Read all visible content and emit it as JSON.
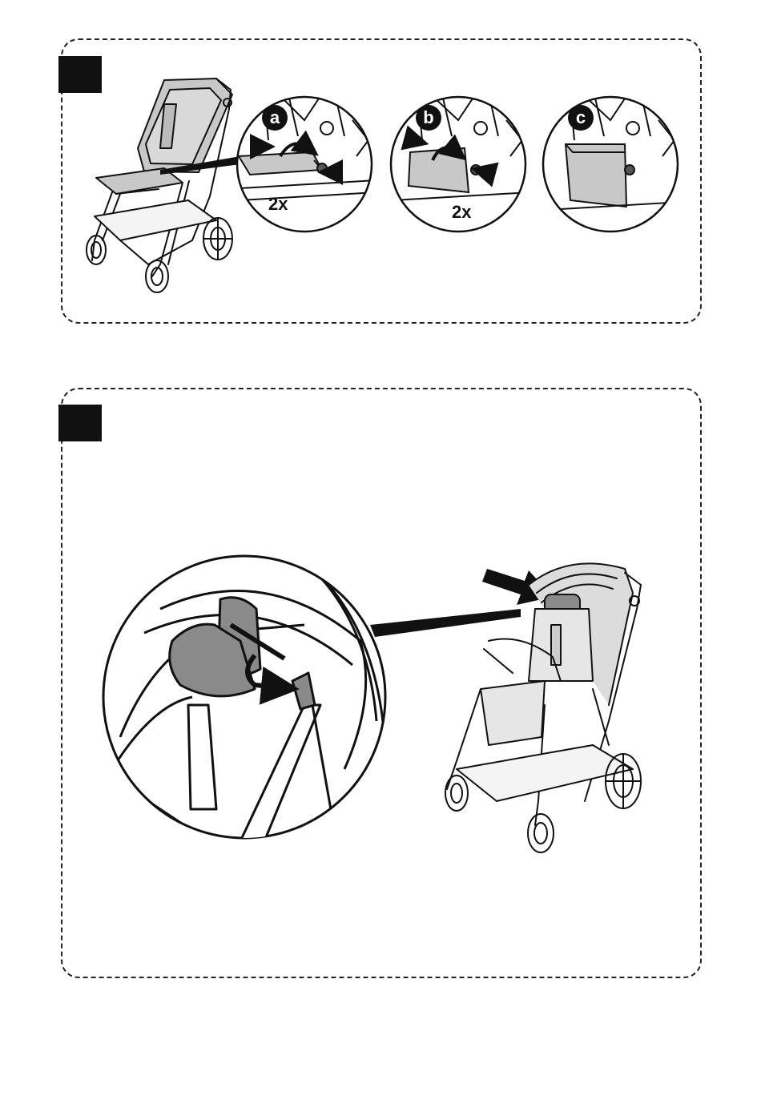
{
  "step1": {
    "details": [
      {
        "badge": "a",
        "repeat": "2x"
      },
      {
        "badge": "b",
        "repeat": "2x"
      },
      {
        "badge": "c",
        "repeat": ""
      }
    ]
  },
  "step2": {},
  "colors": {
    "line": "#111111",
    "fabric_gray": "#c8c8c8",
    "pad_gray": "#8a8a8a",
    "marker": "#111111"
  },
  "icons": [
    "stroller-icon",
    "bumper-bar-icon",
    "press-arrow-icon",
    "rotate-arrow-icon",
    "headrest-pad-icon"
  ]
}
